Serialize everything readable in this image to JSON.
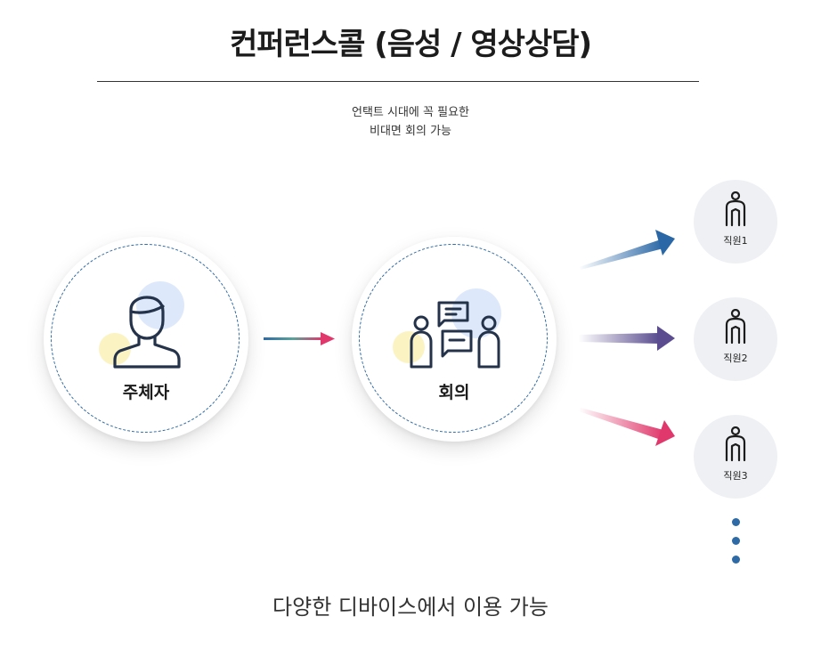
{
  "title": "컨퍼런스콜 (음성 / 영상상담)",
  "subtitle": {
    "line1": "언택트 시대에 꼭 필요한",
    "line2": "비대면 회의 가능"
  },
  "host": {
    "label": "주체자",
    "icon": "person-icon"
  },
  "meeting": {
    "label": "회의",
    "icon": "meeting-icon"
  },
  "employees": [
    {
      "label": "직원1",
      "icon": "employee-icon"
    },
    {
      "label": "직원2",
      "icon": "employee-icon"
    },
    {
      "label": "직원3",
      "icon": "employee-icon"
    }
  ],
  "more_indicator": "vertical-ellipsis-icon",
  "footer": "다양한 디바이스에서 이용 가능",
  "colors": {
    "dash_blue": "#2e6aa5",
    "arrow_blue": "#2a67a6",
    "arrow_purple": "#5a4c8f",
    "arrow_pink": "#e0386c",
    "blob_blue": "#dde9fb",
    "blob_yellow": "#fbf3c2",
    "icon_stroke": "#24324a"
  }
}
